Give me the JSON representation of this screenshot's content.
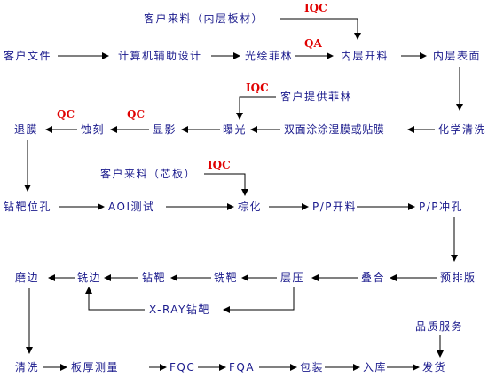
{
  "nodes": {
    "customer_material_inner": "客户来料（内层板材）",
    "customer_file": "客户文件",
    "cam_design": "计算机辅助设计",
    "photoplot_film": "光绘菲林",
    "inner_cutting": "内层开料",
    "inner_surface": "内层表面",
    "chemical_clean": "化学清洗",
    "coating": "双面涂涂湿膜或贴膜",
    "exposure": "曝光",
    "customer_film": "客户提供菲林",
    "develop": "显影",
    "etch": "蚀刻",
    "strip": "退膜",
    "drill_target": "钻靶位孔",
    "aoi": "AOI测试",
    "customer_material_core": "客户来料（芯板）",
    "brown_oxide": "棕化",
    "pp_cutting": "P/P开料",
    "pp_punch": "P/P冲孔",
    "pre_layup": "预排版",
    "stack": "叠合",
    "lamination": "层压",
    "mill_target": "铣靶",
    "drill_target2": "钻靶",
    "routing": "铣边",
    "edge_grind": "磨边",
    "xray": "X-RAY钻靶",
    "cleaning": "清洗",
    "thickness": "板厚测量",
    "fqc": "FQC",
    "fqa": "FQA",
    "packing": "包装",
    "warehouse": "入库",
    "shipping": "发货",
    "quality_service": "品质服务"
  },
  "checkpoints": {
    "iqc_top": "IQC",
    "qa": "QA",
    "iqc_film": "IQC",
    "qc_develop": "QC",
    "qc_etch": "QC",
    "iqc_core": "IQC"
  },
  "colors": {
    "text": "#1a1a8c",
    "checkpoint": "#e00000",
    "arrow": "#000000"
  }
}
